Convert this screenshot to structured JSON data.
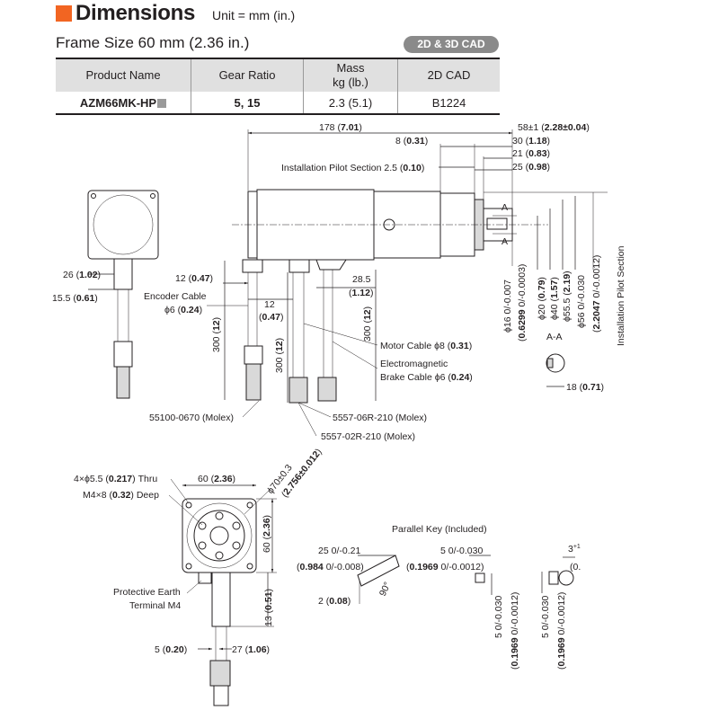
{
  "header": {
    "title": "Dimensions",
    "unit": "Unit = mm (in.)",
    "frame_size": "Frame Size 60 mm (2.36 in.)",
    "cad_badge": "2D & 3D CAD",
    "accent_color": "#f26522"
  },
  "table": {
    "columns": {
      "product": "Product Name",
      "gear_ratio": "Gear Ratio",
      "mass_line1": "Mass",
      "mass_line2": "kg (lb.)",
      "cad": "2D CAD"
    },
    "row": {
      "product": "AZM66MK-HP",
      "gear_ratio": "5, 15",
      "mass": "2.3 (5.1)",
      "cad": "B1224"
    }
  },
  "labels": {
    "d178": "178",
    "d178_in": "7.01",
    "d58": "58±1",
    "d58_in": "2.28±0.04",
    "d8": "8",
    "d8_in": "0.31",
    "d30": "30",
    "d30_in": "1.18",
    "d21": "21",
    "d21_in": "0.83",
    "d25": "25",
    "d25_in": "0.98",
    "pilot_section": "Installation Pilot Section 2.5",
    "pilot_section_in": "0.10",
    "d26": "26",
    "d26_in": "1.02",
    "d15_5": "15.5",
    "d15_5_in": "0.61",
    "d12a": "12",
    "d12a_in": "0.47",
    "d12b": "12",
    "d12b_in": "0.47",
    "d28_5": "28.5",
    "d28_5_in": "1.12",
    "encoder_cable": "Encoder Cable",
    "encoder_phi": "ϕ6",
    "encoder_phi_in": "0.24",
    "d300a": "300",
    "d300a_in": "12",
    "d300b": "300",
    "d300b_in": "12",
    "d300c": "300",
    "d300c_in": "12",
    "motor_cable": "Motor Cable ϕ8",
    "motor_cable_in": "0.31",
    "brake_cable_1": "Electromagnetic",
    "brake_cable_2": "Brake Cable ϕ6",
    "brake_cable_in": "0.24",
    "molex_a": "55100-0670 (Molex)",
    "molex_b": "5557-06R-210 (Molex)",
    "molex_c": "5557-02R-210 (Molex)",
    "phi16": "ϕ16",
    "phi16_in": "0.6299",
    "phi16_tol_a": "0",
    "phi16_tol_b": "-0.007",
    "phi16_tol_c": "-0.0003",
    "phi20": "ϕ20",
    "phi20_in": "0.79",
    "phi40": "ϕ40",
    "phi40_in": "1.57",
    "phi55": "ϕ55.5",
    "phi55_in": "2.19",
    "phi56": "ϕ56",
    "phi56_in": "2.2047",
    "phi56_tol_a": "0",
    "phi56_tol_b": "-0.030",
    "phi56_tol_c": "-0.0012",
    "pilot_vertical": "Installation Pilot Section",
    "section_aa": "A-A",
    "arrow_a": "A",
    "d18": "18",
    "d18_in": "0.71",
    "thru_holes": "4×ϕ5.5",
    "thru_holes_in": "0.217",
    "thru_word": "Thru",
    "tap_holes": "M4×8",
    "tap_holes_in": "0.32",
    "tap_word": "Deep",
    "d60a": "60",
    "d60a_in": "2.36",
    "d60b": "60",
    "d60b_in": "2.36",
    "phi70": "ϕ70±0.3",
    "phi70_in": "2.756±0.012",
    "protective_earth_1": "Protective Earth",
    "protective_earth_2": "Terminal M4",
    "d13": "13",
    "d13_in": "0.51",
    "d5": "5",
    "d5_in": "0.20",
    "d27": "27",
    "d27_in": "1.06",
    "parallel_key": "Parallel Key (Included)",
    "key_25": "25",
    "key_25_tol_a": "0",
    "key_25_tol_b": "-0.21",
    "key_25_in": "0.984",
    "key_25_in_tol_a": "0",
    "key_25_in_tol_b": "-0.008",
    "key_5w": "5",
    "key_5w_tol_a": "0",
    "key_5w_tol_b": "-0.030",
    "key_5w_in": "0.1969",
    "key_5w_in_tol_a": "0",
    "key_5w_in_tol_b": "-0.0012",
    "key_2": "2",
    "key_2_in": "0.08",
    "key_angle": "90°",
    "key_5h": "5",
    "key_5h_tol_a": "0",
    "key_5h_tol_b": "-0.030",
    "key_5h_in": "0.1969",
    "key_5h_in_tol_a": "0",
    "key_5h_in_tol_b": "-0.0012",
    "key_5h2": "5",
    "key_5h2_tol_a": "0",
    "key_5h2_tol_b": "-0.030",
    "key_5h2_in": "0.1969",
    "key_5h2_in_tol_a": "0",
    "key_5h2_in_tol_b": "-0.0012",
    "key_3": "3",
    "key_3_tol": "+1",
    "key_3_in": "(0."
  }
}
